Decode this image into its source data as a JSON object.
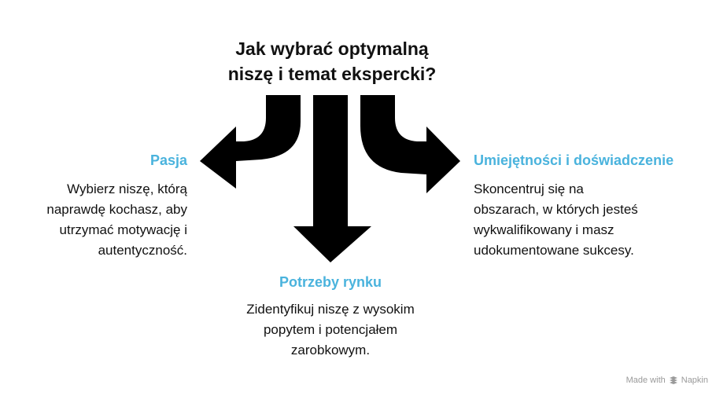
{
  "title": {
    "line1": "Jak wybrać optymalną",
    "line2": "niszę i temat ekspercki?"
  },
  "branches": {
    "left": {
      "heading": "Pasja",
      "desc_lines": [
        "Wybierz niszę, którą",
        "naprawdę kochasz, aby",
        "utrzymać motywację i",
        "autentyczność."
      ]
    },
    "middle": {
      "heading": "Potrzeby rynku",
      "desc_lines": [
        "Zidentyfikuj niszę z wysokim",
        "popytem i potencjałem",
        "zarobkowym."
      ]
    },
    "right": {
      "heading": "Umiejętności i doświadczenie",
      "desc_lines": [
        "Skoncentruj się na",
        "obszarach, w których jesteś",
        "wykwalifikowany i masz",
        "udokumentowane sukcesy."
      ]
    }
  },
  "footer": {
    "made_with": "Made with",
    "brand": "Napkin",
    "icon": "napkin-icon"
  },
  "colors": {
    "heading": "#4ab3dd",
    "arrow": "#000000",
    "text": "#111111",
    "footer": "#9a9a9a"
  }
}
